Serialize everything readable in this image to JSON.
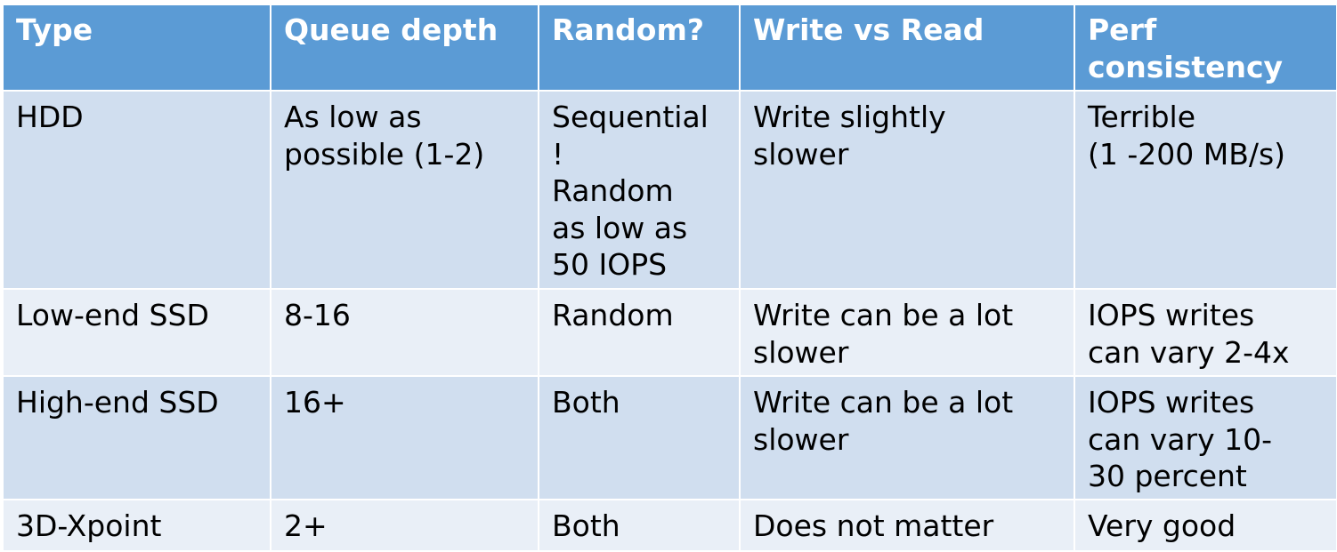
{
  "table": {
    "headers": [
      "Type",
      "Queue depth",
      "Random?",
      "Write vs Read",
      "Perf\nconsistency"
    ],
    "rows": [
      [
        "HDD",
        "As low as\npossible (1-2)",
        "Sequential\n!\nRandom\nas low as\n50 IOPS",
        "Write slightly\nslower",
        "Terrible\n(1 -200 MB/s)"
      ],
      [
        "Low-end SSD",
        "8-16",
        "Random",
        "Write can be a lot\nslower",
        "IOPS writes\ncan  vary 2-4x"
      ],
      [
        "High-end SSD",
        "16+",
        "Both",
        "Write can be a lot\nslower",
        "IOPS writes\ncan  vary  10-\n30 percent"
      ],
      [
        "3D-Xpoint",
        "2+",
        "Both",
        "Does not matter",
        "Very good"
      ]
    ]
  },
  "colors": {
    "header_bg": "#5b9bd5",
    "band_dark": "#d0deef",
    "band_light": "#e9eff7"
  }
}
